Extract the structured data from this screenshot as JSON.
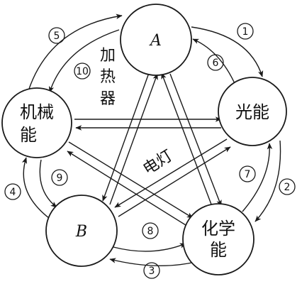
{
  "nodes": {
    "a": "A",
    "light": [
      "光能"
    ],
    "mech": [
      "机械",
      "能"
    ],
    "b": "B",
    "chem": [
      "化学",
      "能"
    ]
  },
  "markers": {
    "m1": "1",
    "m2": "2",
    "m3": "3",
    "m4": "4",
    "m5": "5",
    "m6": "6",
    "m7": "7",
    "m8": "8",
    "m9": "9",
    "m10": "10"
  },
  "annotations": {
    "heater": [
      "加",
      "热",
      "器"
    ],
    "lamp": "电灯"
  },
  "colors": {
    "ink": "#1a1a1a",
    "background": "#ffffff"
  }
}
